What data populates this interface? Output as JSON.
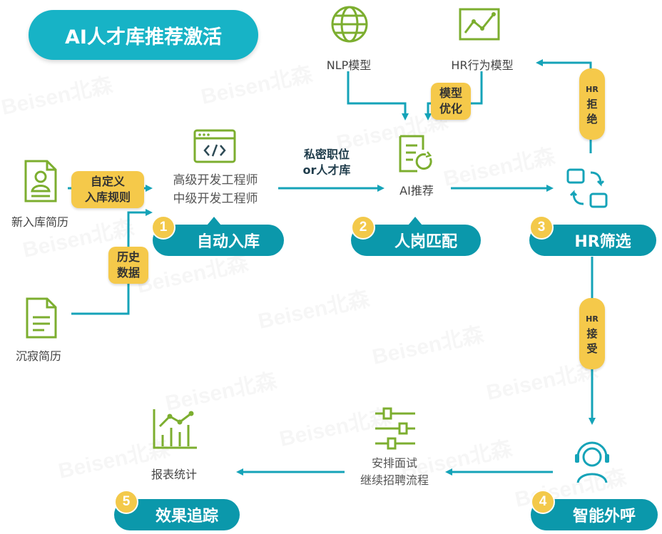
{
  "title": "AI人才库推荐激活",
  "watermark": "Beisen北森",
  "sources": {
    "new_resume": "新入库简历",
    "silent_resume": "沉寂简历"
  },
  "tags": {
    "custom_rule_1": "自定义",
    "custom_rule_2": "入库规则",
    "history_1": "历史",
    "history_2": "数据",
    "model_opt_1": "模型",
    "model_opt_2": "优化",
    "hr_reject_1": "HR",
    "hr_reject_2": "拒",
    "hr_reject_3": "绝",
    "hr_accept_1": "HR",
    "hr_accept_2": "接",
    "hr_accept_3": "受"
  },
  "roles": {
    "senior": "高级开发工程师",
    "mid": "中级开发工程师"
  },
  "arrow_note": {
    "line1": "私密职位",
    "line2": "or人才库"
  },
  "models": {
    "nlp": "NLP模型",
    "hr": "HR行为模型"
  },
  "ai_recommend": "AI推荐",
  "schedule": {
    "line1": "安排面试",
    "line2": "继续招聘流程"
  },
  "report": "报表统计",
  "stages": [
    {
      "num": "1",
      "label": "自动入库"
    },
    {
      "num": "2",
      "label": "人岗匹配"
    },
    {
      "num": "3",
      "label": "HR筛选"
    },
    {
      "num": "4",
      "label": "智能外呼"
    },
    {
      "num": "5",
      "label": "效果追踪"
    }
  ],
  "colors": {
    "teal": "#17b3c6",
    "dark_teal": "#0b98ab",
    "line": "#15a3b8",
    "yellow": "#f5c94a",
    "icon_green": "#7cae2f"
  }
}
